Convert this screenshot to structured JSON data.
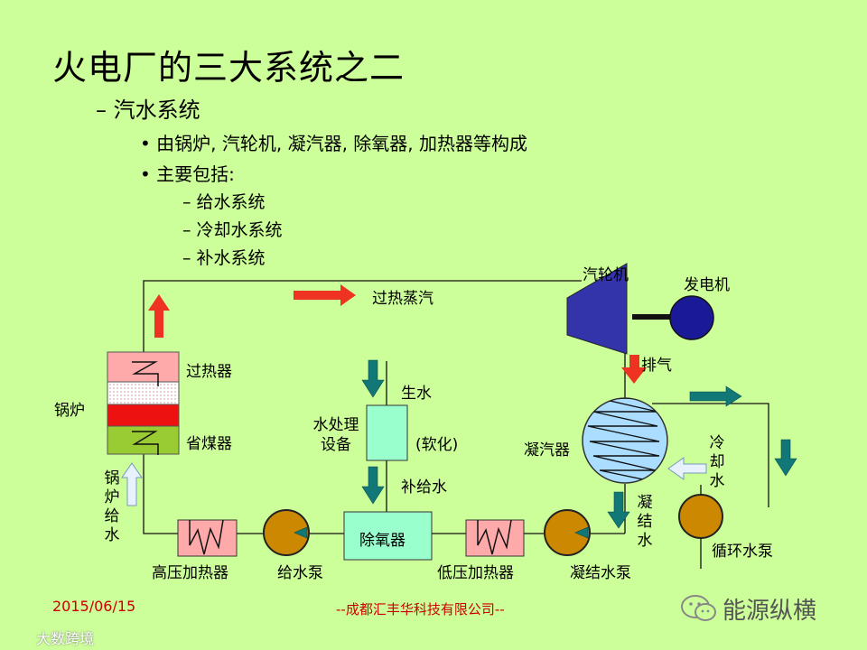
{
  "title": "火电厂的三大系统之二",
  "subtitle": "– 汽水系统",
  "bullets": [
    "•  由锅炉, 汽轮机, 凝汽器, 除氧器, 加热器等构成",
    "•  主要包括:"
  ],
  "subbullets": [
    "–  给水系统",
    "–  冷却水系统",
    "–  补水系统"
  ],
  "diagram": {
    "turbine": "汽轮机",
    "generator": "发电机",
    "superheated_steam": "过热蒸汽",
    "exhaust": "排气",
    "boiler": "锅炉",
    "superheater": "过热器",
    "economizer": "省煤器",
    "boiler_feedwater": "锅炉给水",
    "raw_water": "生水",
    "water_treatment": "水处理设备",
    "softening": "(软化)",
    "makeup_water": "补给水",
    "deaerator": "除氧器",
    "condenser": "凝汽器",
    "cooling_water": "冷却水",
    "condensate": "凝结水",
    "circ_pump": "循环水泵",
    "hp_heater": "高压加热器",
    "feed_pump": "给水泵",
    "lp_heater": "低压加热器",
    "condensate_pump": "凝结水泵"
  },
  "footer": {
    "date": "2015/06/15",
    "company": "--成都汇丰华科技有限公司--",
    "brand": "能源纵横",
    "watermark": "大数跨境"
  }
}
